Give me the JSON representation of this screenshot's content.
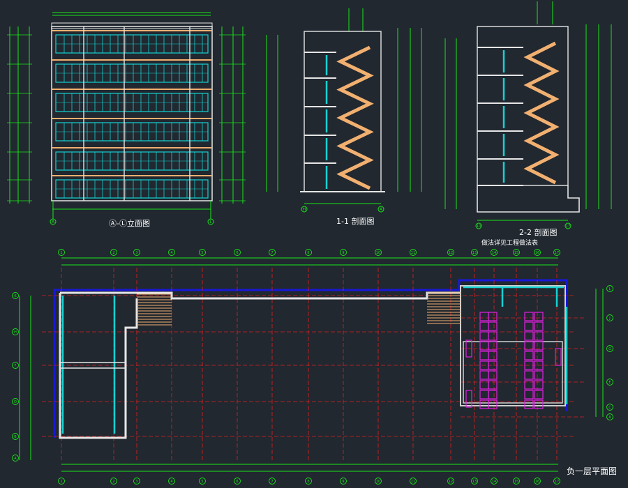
{
  "colors": {
    "background": "#212830",
    "dimension_green": "#19e619",
    "wall_white": "#e6e6e6",
    "grid_red": "#e01e1e",
    "glass_cyan": "#14d2d2",
    "stair_orange": "#f2b070",
    "toilet_magenta": "#e020e0",
    "boundary_blue": "#1818d8",
    "title_white": "#ffffff"
  },
  "views": {
    "elevation": {
      "title": "立面图"
    },
    "section_1_1": {
      "title": "1-1 剖面图"
    },
    "section_2_2": {
      "title": "2-2 剖面图"
    },
    "plan": {
      "title": "负一层平面图",
      "note": "做法详见工程做法表"
    }
  },
  "plan_axes": {
    "horizontal": [
      "1",
      "2",
      "3",
      "4",
      "5",
      "6",
      "7",
      "8",
      "9",
      "10",
      "11",
      "12",
      "13",
      "14",
      "15",
      "16",
      "17"
    ],
    "vertical": [
      "K",
      "H",
      "F",
      "D",
      "B",
      "A"
    ],
    "right_vertical": [
      "L",
      "J",
      "G",
      "E",
      "C",
      "A"
    ]
  },
  "elevation_axes": [
    "A",
    "L"
  ],
  "section_axes": {
    "s1": [
      "H",
      "A"
    ],
    "s2": [
      "10",
      "17"
    ]
  }
}
